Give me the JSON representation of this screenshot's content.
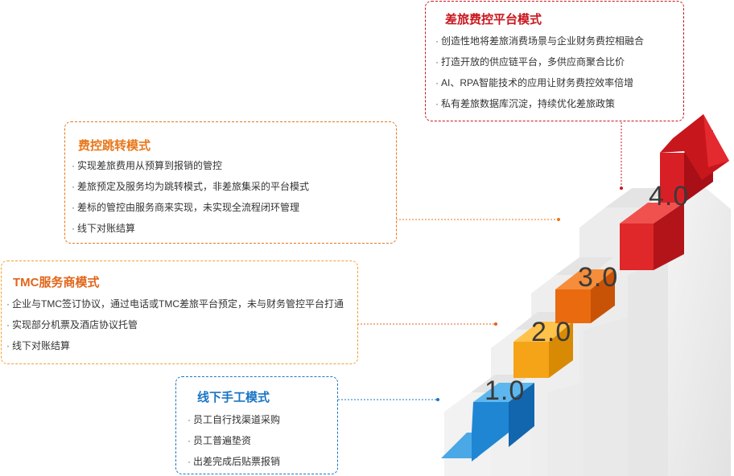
{
  "colors": {
    "level1": "#1f86d4",
    "level2": "#f5a417",
    "level3": "#ea6a10",
    "level4": "#e0272a",
    "arrow": "#c8161d",
    "title1": "#1a74c4",
    "title2": "#e8771a",
    "title3": "#e0661a",
    "title4": "#c8161d"
  },
  "cards": [
    {
      "title": "差旅费控平台模式",
      "items": [
        "创造性地将差旅消费场景与企业财务费控相融合",
        "打造开放的供应链平台，多供应商聚合比价",
        "AI、RPA智能技术的应用让财务费控效率倍增",
        "私有差旅数据库沉淀，持续优化差旅政策"
      ]
    },
    {
      "title": "费控跳转模式",
      "items": [
        "实现差旅费用从预算到报销的管控",
        "差旅预定及服务均为跳转模式，非差旅集采的平台模式",
        "差标的管控由服务商来实现，未实现全流程闭环管理",
        "线下对账结算"
      ]
    },
    {
      "title": "TMC服务商模式",
      "items": [
        "企业与TMC签订协议，通过电话或TMC差旅平台预定，未与财务管控平台打通",
        "实现部分机票及酒店协议托管",
        "线下对账结算"
      ]
    },
    {
      "title": "线下手工模式",
      "items": [
        "员工自行找渠道采购",
        "员工普遍垫资",
        "出差完成后贴票报销"
      ]
    }
  ],
  "steps": {
    "s1": "1.0",
    "s2": "2.0",
    "s3": "3.0",
    "s4": "4.0"
  }
}
